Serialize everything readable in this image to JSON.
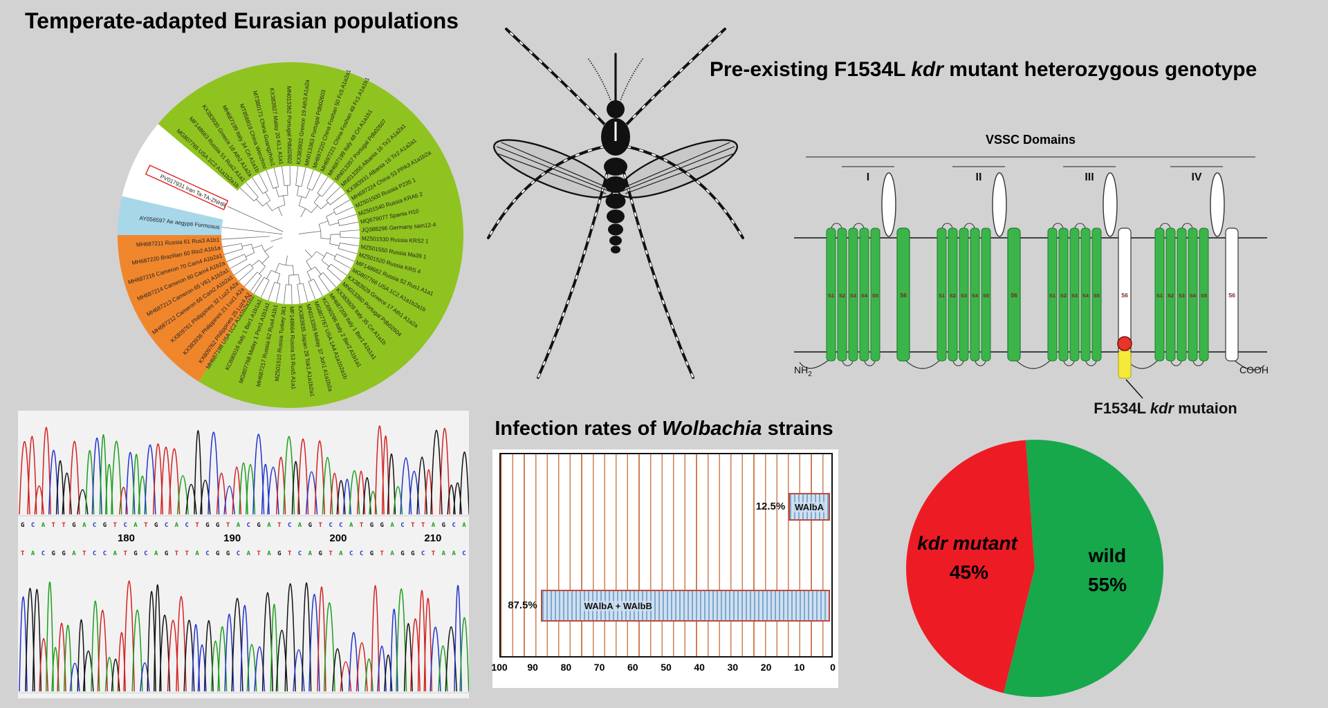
{
  "titles": {
    "phylo": "Temperate-adapted Eurasian populations",
    "genotype_prefix": "Pre-existing F1534L ",
    "genotype_italic": "kdr",
    "genotype_suffix": " mutant heterozygous genotype",
    "wolbachia_prefix": "Infection rates of ",
    "wolbachia_italic": "Wolbachia",
    "wolbachia_suffix": " strains"
  },
  "colors": {
    "background": "#d2d2d2",
    "phylo_green": "#8fc31f",
    "phylo_orange": "#f0862c",
    "phylo_blue": "#a8d7ea",
    "segment_green": "#3bb54a",
    "mutation_red": "#e8342a",
    "mutation_yellow": "#f5e93a",
    "pie_red": "#ed1c24",
    "pie_green": "#17a84b",
    "bar_fill": "#cfe0f2",
    "bar_stripe": "#7fa8cc",
    "bar_border": "#b94a3d",
    "grid_line": "#cf7f52",
    "trace_a_green": "#1b9e1b",
    "trace_c_blue": "#2233cc",
    "trace_g_black": "#111111",
    "trace_t_red": "#d42020"
  },
  "phylo": {
    "highlight": "PV017931 Iran Ta-TA-ZNHR",
    "outgroup": "AY056597 Ae aegypti Formosus",
    "ring_labels": [
      {
        "t": "MG807765 USA 1C2 A1a1b2a1b",
        "g": "green"
      },
      {
        "t": "MF148663 Russia 51 Rus2 A1a1",
        "g": "green"
      },
      {
        "t": "KX383930 Greece 18 Ath2 A1a2a",
        "g": "green"
      },
      {
        "t": "MH687199 Italy 34 Crt A1a1b",
        "g": "green"
      },
      {
        "t": "MT856919 China Wenzhou",
        "g": "green"
      },
      {
        "t": "MT380171 China Guangzhou1",
        "g": "green"
      },
      {
        "t": "KX383927 Malay 20 KL1 A1a1",
        "g": "green"
      },
      {
        "t": "MN013362 Portugal Pdb02602",
        "g": "green"
      },
      {
        "t": "KX383932 Greece 19 Ath3 A1a2a",
        "g": "green"
      },
      {
        "t": "MN013363 Portugal Pdb02603",
        "g": "green"
      },
      {
        "t": "MH697220 China Foshan 50 Fc5 A1a2a1",
        "g": "green"
      },
      {
        "t": "MH697221 China Foshan 49 Fc1 A1a1b1",
        "g": "green"
      },
      {
        "t": "MH687199 Italy 48 Crt A1a1b1",
        "g": "green"
      },
      {
        "t": "MN013357 Portugal Pdb02607",
        "g": "green"
      },
      {
        "t": "MN013355 Albania 16 Tir2 A1a2a1",
        "g": "green"
      },
      {
        "t": "KX383931 Albania 16 Tir2 A1a2a1",
        "g": "green"
      },
      {
        "t": "MH697224 China 53 PPA3 A1a1b2a",
        "g": "green"
      },
      {
        "t": "MZ501500 Russia P235 1",
        "g": "green"
      },
      {
        "t": "MZ501540 Russia KRA6 2",
        "g": "green"
      },
      {
        "t": "MQ679077 Spania H10",
        "g": "green"
      },
      {
        "t": "JQ388296 Germany sam12-4",
        "g": "green"
      },
      {
        "t": "MZ501530 Russia KRS2 1",
        "g": "green"
      },
      {
        "t": "MZ501550 Russia Ma39 1",
        "g": "green"
      },
      {
        "t": "MZ501520 Russia KRS 4",
        "g": "green"
      },
      {
        "t": "MF148662 Russia 52 Rus1 A1a1",
        "g": "green"
      },
      {
        "t": "MG807766 USA 1C2 A1a1b2a1b",
        "g": "green"
      },
      {
        "t": "KX383929 Greece 17 Ath1 A1a2a",
        "g": "green"
      },
      {
        "t": "MN013360 Portugal Pdb02604",
        "g": "green"
      },
      {
        "t": "KX383928 Italy 35 Crt A1a1b",
        "g": "green"
      },
      {
        "t": "MH687209 Italy 1 Ber1 A1b1a1",
        "g": "green"
      },
      {
        "t": "KC690296 Italy 2 Ber2 A1b1a1",
        "g": "green"
      },
      {
        "t": "MG807767 USA 1A4 A1a1b2a1b",
        "g": "green"
      },
      {
        "t": "MN013359 Malay 37 Joh1 A1a1b2a",
        "g": "green"
      },
      {
        "t": "KX383935 Japan 28 Tok1 A1a1b2a1",
        "g": "green"
      },
      {
        "t": "MF148664 Russia 53 Rus5 A1a1",
        "g": "green"
      },
      {
        "t": "MZ501510 Russia Turkey 361",
        "g": "green"
      },
      {
        "t": "MH687217 Russia 62 Rus4 A1b1",
        "g": "green"
      },
      {
        "t": "MG807768 Malay 1 Pen1 A1b1a1",
        "g": "green"
      },
      {
        "t": "KC690016 Italy 1 Ber1 A1b1a1",
        "g": "green"
      },
      {
        "t": "MH687198 USA 1C2 A1a1b2a1b2",
        "g": "green"
      },
      {
        "t": "KX809762 Philippines 25 Luz4 A2",
        "g": "orange"
      },
      {
        "t": "KX383936 Philippines 21 Luz1 A2a",
        "g": "orange"
      },
      {
        "t": "KX809761 Philippines 32 Luz2 A2a",
        "g": "orange"
      },
      {
        "t": "MH687212 Cameron 66 Cam2 A1b2a1",
        "g": "orange"
      },
      {
        "t": "MH687213 Cameron 65 V61 A1b2a1",
        "g": "orange"
      },
      {
        "t": "MH687214 Cameron 60 Cam4 A1b2a",
        "g": "orange"
      },
      {
        "t": "MH687216 Cameron 70 Cam4 A1b2a1",
        "g": "orange"
      },
      {
        "t": "MH687220 Brazilian 60 Rio2 A1b1a",
        "g": "orange"
      },
      {
        "t": "MH687211 Russia 61 Rus3 A1b1",
        "g": "orange"
      }
    ]
  },
  "vssc": {
    "header": "VSSC Domains",
    "domains": [
      "I",
      "II",
      "III",
      "IV"
    ],
    "segments": [
      "S1",
      "S2",
      "S3",
      "S4",
      "S5",
      "S6"
    ],
    "nterm_main": "NH",
    "nterm_sub": "2",
    "cterm": "COOH",
    "mutation_prefix": "F1534L ",
    "mutation_italic": "kdr",
    "mutation_suffix": " mutaion"
  },
  "chromatogram": {
    "ruler_numbers": [
      "180",
      "190",
      "200",
      "210"
    ],
    "bases_top": "GCATTGACGTCATGCACTGGTACGATCAGTCCATGGACTTAGCA",
    "bases_bottom": "TACGGATCCATGCAGTTACGGCATAGTCAGTACCGTAGGCTAAC"
  },
  "chart_data": [
    {
      "type": "bar",
      "title": "Infection rates of Wolbachia strains",
      "orientation": "horizontal",
      "categories": [
        "WAlbA",
        "WAlbA + WAlbB"
      ],
      "values": [
        12.5,
        87.5
      ],
      "value_labels": [
        "12.5%",
        "87.5%"
      ],
      "xlim": [
        100,
        0
      ],
      "x_ticks": [
        100,
        90,
        80,
        70,
        60,
        50,
        40,
        30,
        20,
        10,
        0
      ],
      "grid": true,
      "axis_note": "x axis reversed (100 left, 0 right); bars anchored at 0"
    },
    {
      "type": "pie",
      "labels": [
        "kdr mutant",
        "wild"
      ],
      "values": [
        45,
        55
      ],
      "value_labels": [
        "45%",
        "55%"
      ],
      "colors": [
        "#ed1c24",
        "#17a84b"
      ]
    }
  ]
}
